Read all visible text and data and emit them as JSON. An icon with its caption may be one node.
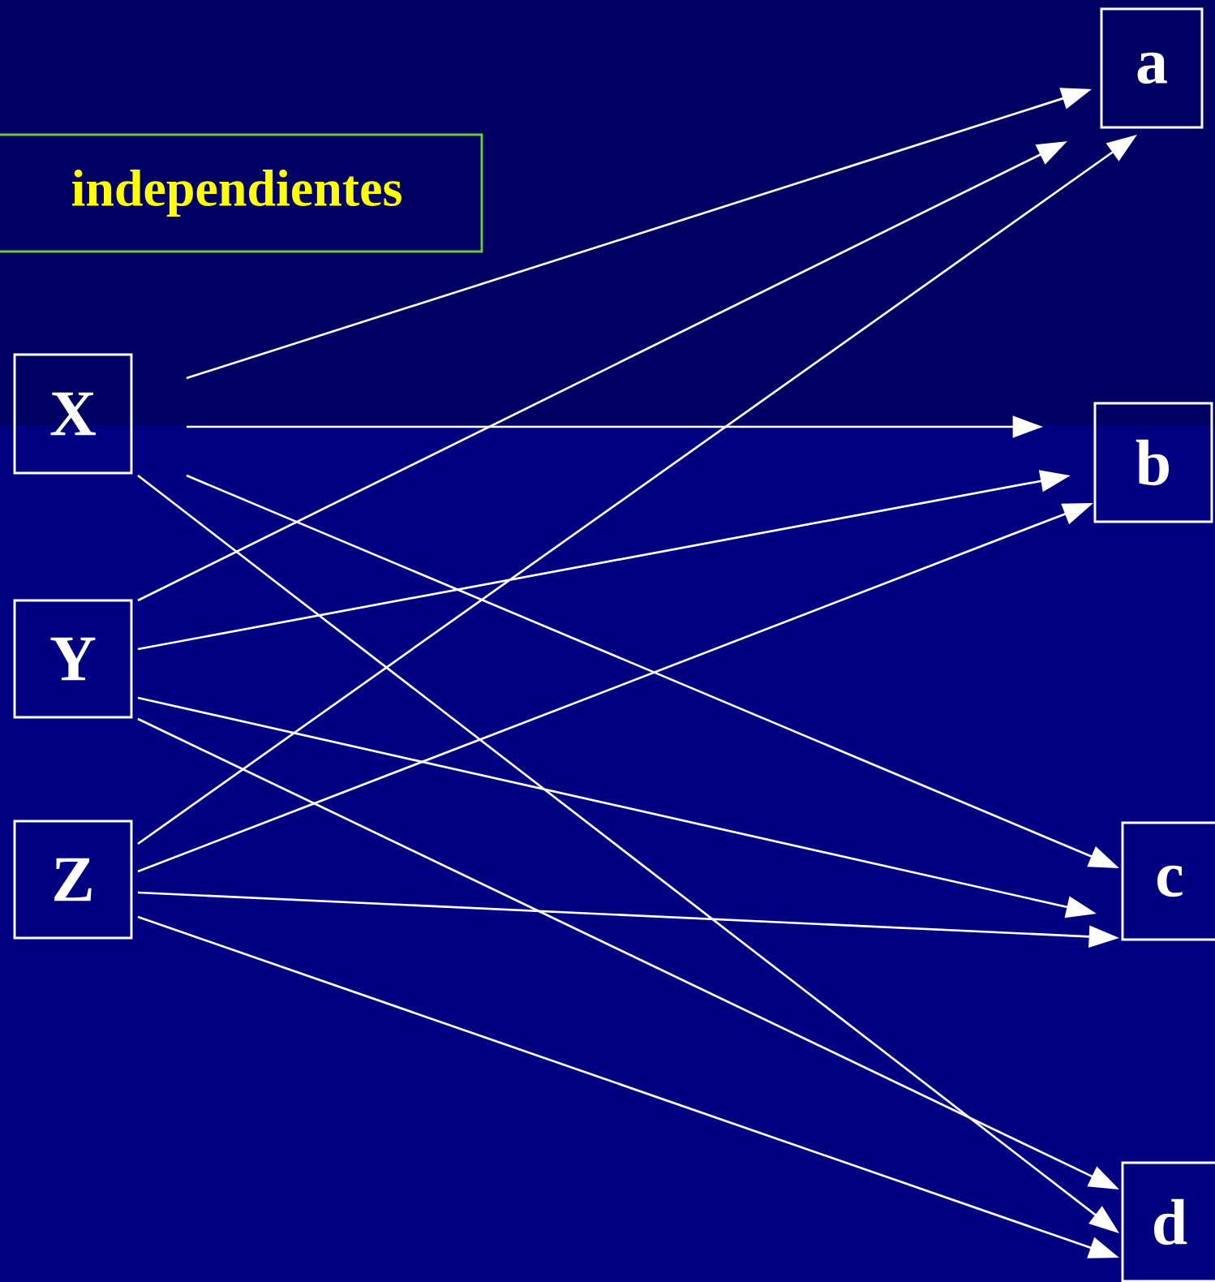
{
  "diagram": {
    "nodes": [
      {
        "text": [
          "independientes"
        ]
      },
      {
        "text": [
          "X"
        ]
      },
      {
        "text": [
          "Y"
        ]
      },
      {
        "text": [
          "Z"
        ]
      },
      {
        "text": [
          "a"
        ]
      },
      {
        "text": [
          "b"
        ]
      },
      {
        "text": [
          "c"
        ]
      },
      {
        "text": [
          "d"
        ]
      }
    ],
    "edges": [
      {
        "from": 1,
        "to": 4,
        "arrow": "to"
      },
      {
        "from": 1,
        "to": 5,
        "arrow": "to"
      },
      {
        "from": 1,
        "to": 6,
        "arrow": "to"
      },
      {
        "from": 1,
        "to": 7,
        "arrow": "to"
      },
      {
        "from": 2,
        "to": 4,
        "arrow": "to"
      },
      {
        "from": 2,
        "to": 5,
        "arrow": "to"
      },
      {
        "from": 2,
        "to": 6,
        "arrow": "to"
      },
      {
        "from": 2,
        "to": 7,
        "arrow": "to"
      },
      {
        "from": 3,
        "to": 4,
        "arrow": "to"
      },
      {
        "from": 3,
        "to": 5,
        "arrow": "to"
      },
      {
        "from": 3,
        "to": 6,
        "arrow": "to"
      },
      {
        "from": 3,
        "to": 7,
        "arrow": "to"
      }
    ]
  }
}
